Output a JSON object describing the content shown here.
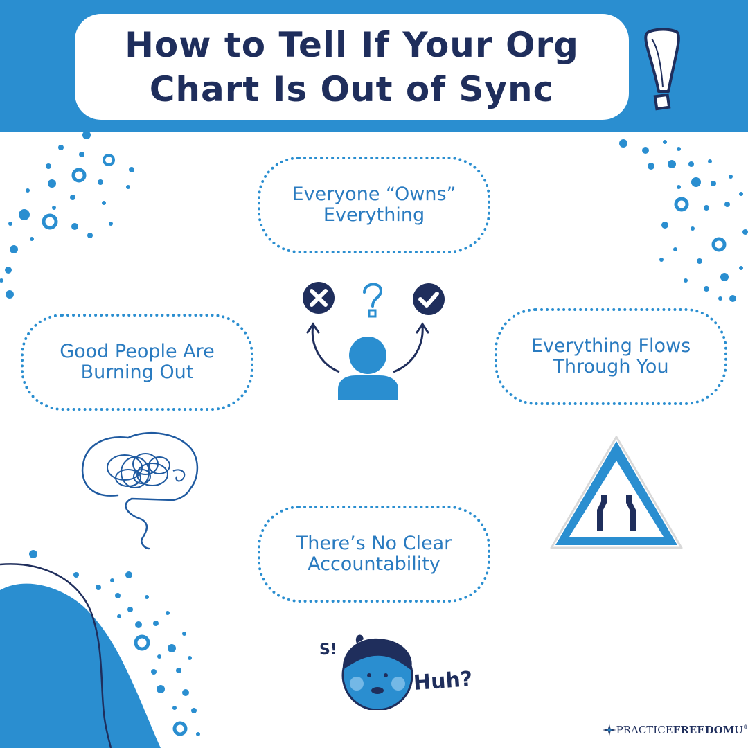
{
  "title": {
    "line1": "How to Tell If Your Org",
    "line2": "Chart Is Out of Sync"
  },
  "bubbles": {
    "owns": {
      "line1": "Everyone “Owns”",
      "line2": "Everything"
    },
    "burn": {
      "line1": "Good People Are",
      "line2": "Burning Out"
    },
    "flow": {
      "line1": "Everything Flows",
      "line2": "Through You"
    },
    "acct": {
      "line1": "There’s No Clear",
      "line2": "Accountability"
    }
  },
  "stickers": {
    "huh": "Huh?",
    "sweat": "S!"
  },
  "brand": {
    "part1": "PRACTICE",
    "part2": "FREEDOM",
    "part3": "U",
    "mark": "®"
  },
  "colors": {
    "primary": "#2a8ed0",
    "navy": "#1f2e5c",
    "text_blue": "#2a7bc0",
    "white": "#ffffff"
  },
  "icons": [
    "exclamation-icon",
    "x-circle-icon",
    "question-icon",
    "check-circle-icon",
    "person-icon",
    "tangled-mind-icon",
    "road-narrows-sign-icon",
    "confused-face-icon",
    "compass-star-icon"
  ]
}
